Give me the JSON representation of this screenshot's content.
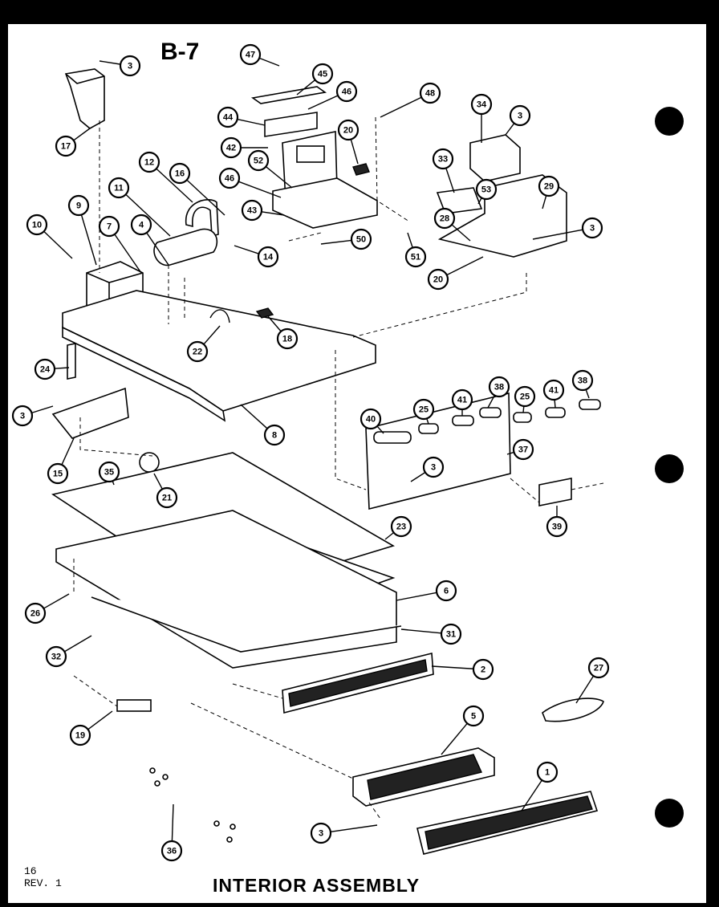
{
  "title": "B-7",
  "footer": {
    "page": "16",
    "revision": "REV. 1",
    "caption": "INTERIOR ASSEMBLY"
  },
  "callouts": [
    "3",
    "17",
    "47",
    "45",
    "46",
    "44",
    "42",
    "48",
    "20",
    "34",
    "3",
    "52",
    "46",
    "12",
    "16",
    "11",
    "33",
    "53",
    "29",
    "43",
    "9",
    "10",
    "7",
    "4",
    "50",
    "14",
    "28",
    "3",
    "51",
    "20",
    "22",
    "18",
    "24",
    "3",
    "15",
    "8",
    "40",
    "25",
    "41",
    "38",
    "25",
    "41",
    "38",
    "3",
    "37",
    "35",
    "21",
    "23",
    "39",
    "26",
    "6",
    "31",
    "32",
    "2",
    "27",
    "19",
    "5",
    "1",
    "3",
    "36"
  ]
}
